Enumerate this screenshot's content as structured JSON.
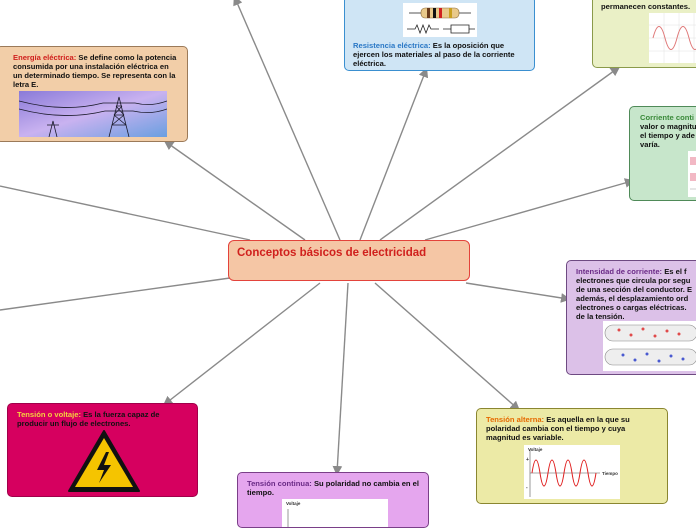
{
  "central": {
    "title": "Conceptos básicos de electricidad"
  },
  "nodes": {
    "energia": {
      "term": "Energía eléctrica:",
      "text": " Se define como la potencia consumida por una instalación eléctrica en un determinado tiempo. Se representa con la letra E.",
      "term_color": "#d0201d"
    },
    "resistencia": {
      "term": "Resistencia eléctrica:",
      "text": " Es la oposición que ejercen los materiales al paso de la corriente eléctrica.",
      "term_color": "#2a78c6"
    },
    "alterna_top": {
      "text": "permanecen constantes."
    },
    "continua_right": {
      "term": "Corriente conti",
      "text": "valor o magnitu el tiempo y ade varía.",
      "term_color": "#3a8a3a"
    },
    "intensidad": {
      "term": "Intensidad de corriente:",
      "text": " Es el f electrones que circula por segu de una sección del conductor. E además, el desplazamiento ord electrones o cargas eléctricas. de la tensión.",
      "term_color": "#6a2a86"
    },
    "voltaje": {
      "term": "Tensión o voltaje:",
      "text": " Es la fuerza capaz de producir un flujo de electrones.",
      "term_color": "#f4d03f"
    },
    "tension_alterna": {
      "term": "Tensión alterna:",
      "text": " Es aquella en la que su polaridad cambia con el tiempo y cuya magnitud es variable.",
      "term_color": "#e66a00",
      "graph_ylabel": "Voltaje",
      "graph_xlabel": "Tiempo",
      "graph_plus": "+",
      "graph_minus": "-"
    },
    "tension_continua": {
      "term": "Tensión continua:",
      "text": " Su polaridad no cambia en el tiempo.",
      "term_color": "#6a2a86",
      "graph_ylabel": "Voltaje"
    }
  },
  "colors": {
    "link": "#8a8a8a",
    "central_border": "#e3433b"
  }
}
